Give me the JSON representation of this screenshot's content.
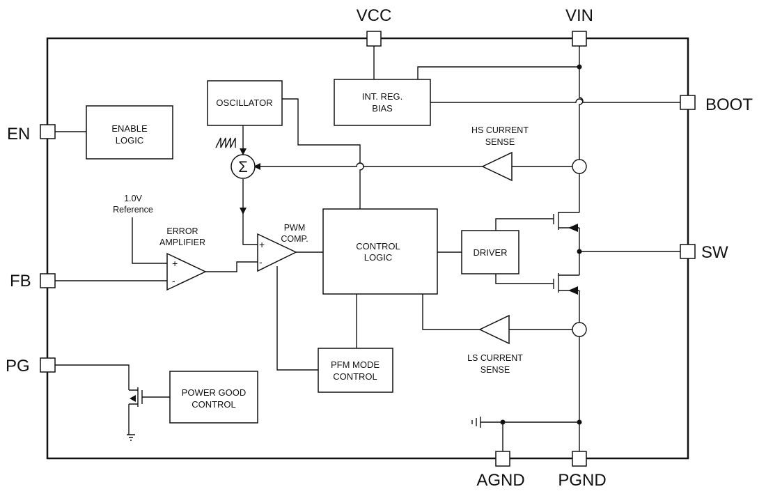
{
  "pins": {
    "vcc": "VCC",
    "vin": "VIN",
    "boot": "BOOT",
    "en": "EN",
    "fb": "FB",
    "pg": "PG",
    "sw": "SW",
    "agnd": "AGND",
    "pgnd": "PGND"
  },
  "blocks": {
    "oscillator": "OSCILLATOR",
    "int_reg_bias": [
      "INT. REG.",
      "BIAS"
    ],
    "enable_logic": [
      "ENABLE",
      "LOGIC"
    ],
    "control_logic": [
      "CONTROL",
      "LOGIC"
    ],
    "driver": "DRIVER",
    "pfm_mode_control": [
      "PFM MODE",
      "CONTROL"
    ],
    "power_good_control": [
      "POWER GOOD",
      "CONTROL"
    ]
  },
  "labels": {
    "hs_current_sense": [
      "HS CURRENT",
      "SENSE"
    ],
    "ls_current_sense": [
      "LS CURRENT",
      "SENSE"
    ],
    "reference": [
      "1.0V",
      "Reference"
    ],
    "error_amplifier": [
      "ERROR",
      "AMPLIFIER"
    ],
    "pwm_comp": [
      "PWM",
      "COMP."
    ],
    "summer_symbol": "Σ",
    "plus": "+",
    "minus": "-"
  }
}
